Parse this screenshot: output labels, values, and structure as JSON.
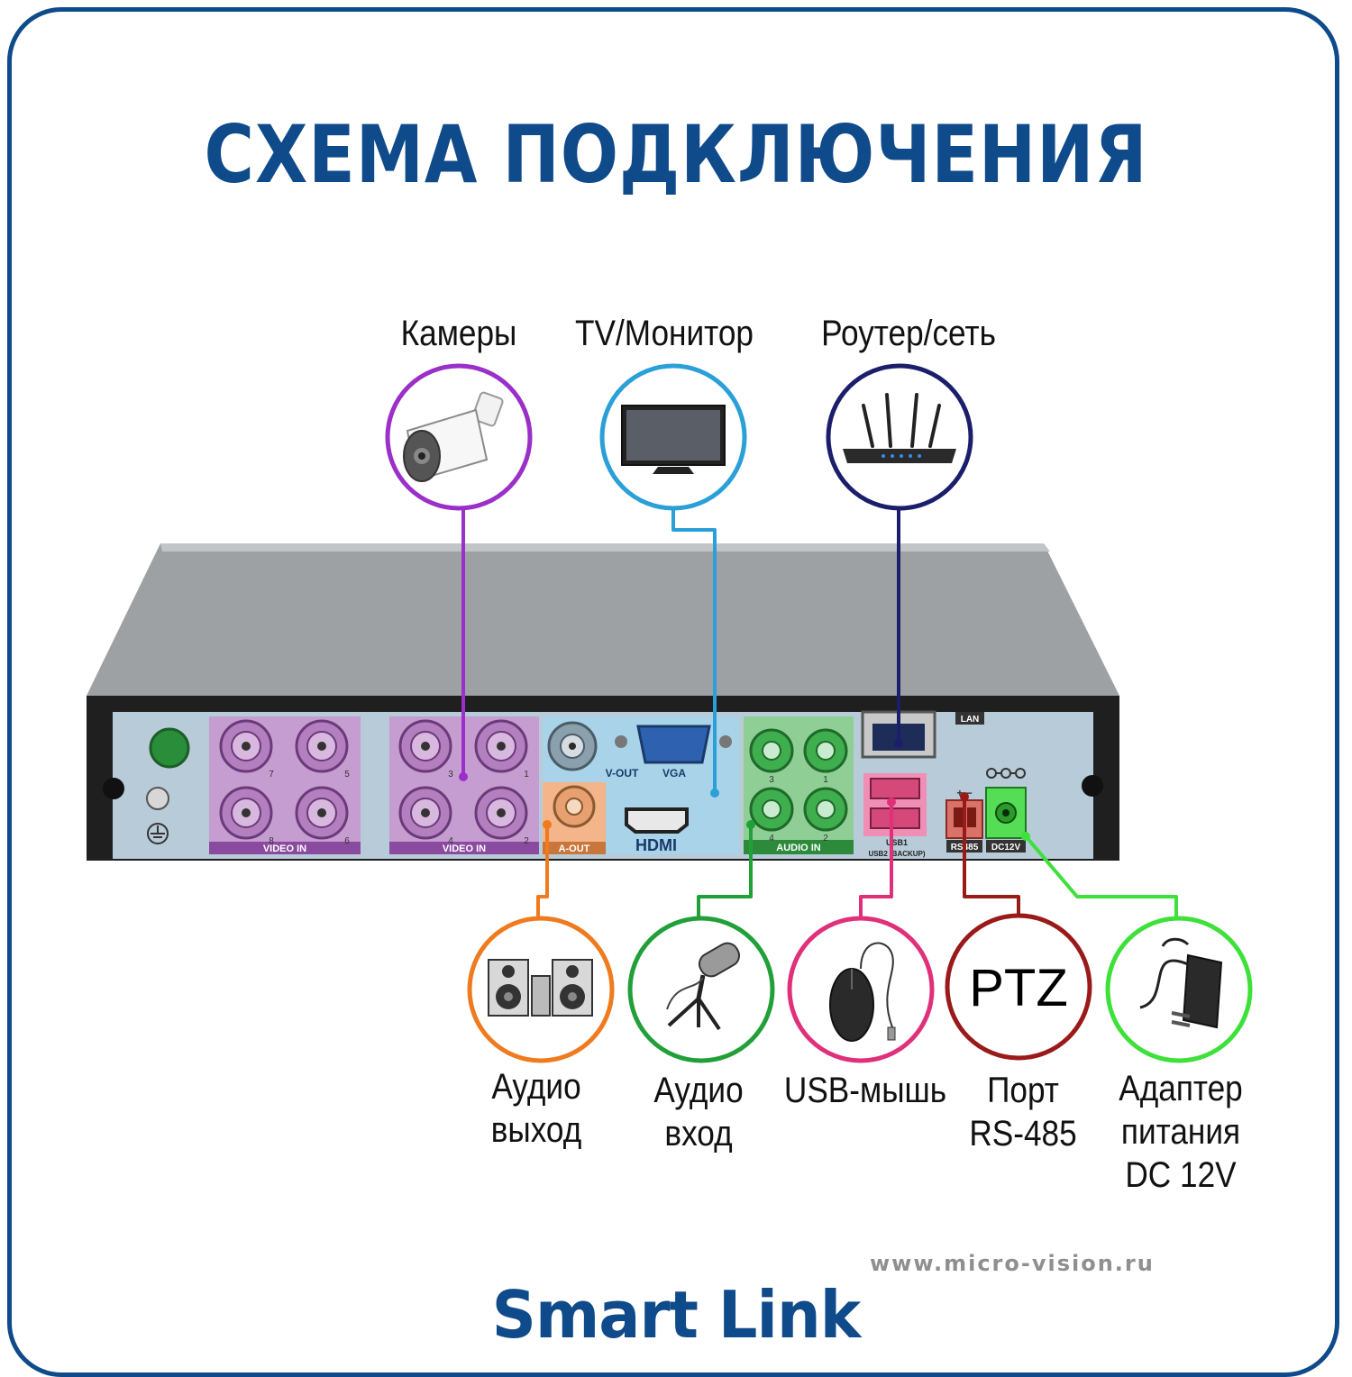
{
  "title": "СХЕМА ПОДКЛЮЧЕНИЯ",
  "top_devices": [
    {
      "label": "Камеры",
      "icon": "security-camera-icon",
      "color": "#9b2fc9"
    },
    {
      "label": "TV/Монитор",
      "icon": "tv-monitor-icon",
      "color": "#2a9fd8"
    },
    {
      "label": "Роутер/сеть",
      "icon": "wifi-router-icon",
      "color": "#1b1f6b"
    }
  ],
  "bottom_devices": [
    {
      "label_lines": [
        "Аудио",
        "выход"
      ],
      "icon": "speakers-icon",
      "color": "#f07a1e"
    },
    {
      "label_lines": [
        "Аудио",
        "вход"
      ],
      "icon": "microphone-icon",
      "color": "#21a03a"
    },
    {
      "label_lines": [
        "USB-мышь"
      ],
      "icon": "computer-mouse-icon",
      "color": "#e0307a"
    },
    {
      "label_lines": [
        "Порт",
        "RS-485"
      ],
      "icon": "ptz-icon",
      "icon_text": "PTZ",
      "color": "#9a1a1a"
    },
    {
      "label_lines": [
        "Адаптер",
        "питания",
        "DC 12V"
      ],
      "icon": "power-adapter-icon",
      "color": "#3ee03a"
    }
  ],
  "panel_labels": {
    "video_in": "VIDEO IN",
    "video_in_2": "VIDEO IN",
    "bnc_numbers_left": [
      "7",
      "5",
      "8",
      "6"
    ],
    "bnc_numbers_right": [
      "3",
      "1",
      "4",
      "2"
    ],
    "v_out": "V-OUT",
    "vga": "VGA",
    "a_out": "A-OUT",
    "hdmi": "HDMI",
    "audio_in": "AUDIO IN",
    "audio_numbers": [
      "3",
      "1",
      "4",
      "2"
    ],
    "lan": "LAN",
    "usb1": "USB1",
    "usb2": "USB2 (BACKUP)",
    "rs485": "RS485",
    "dc12v": "DC12V",
    "rs485_polarity": "+ −"
  },
  "website": "www.micro-vision.ru",
  "brand": "Smart Link",
  "colors": {
    "brand_blue": "#0f4a8a"
  }
}
